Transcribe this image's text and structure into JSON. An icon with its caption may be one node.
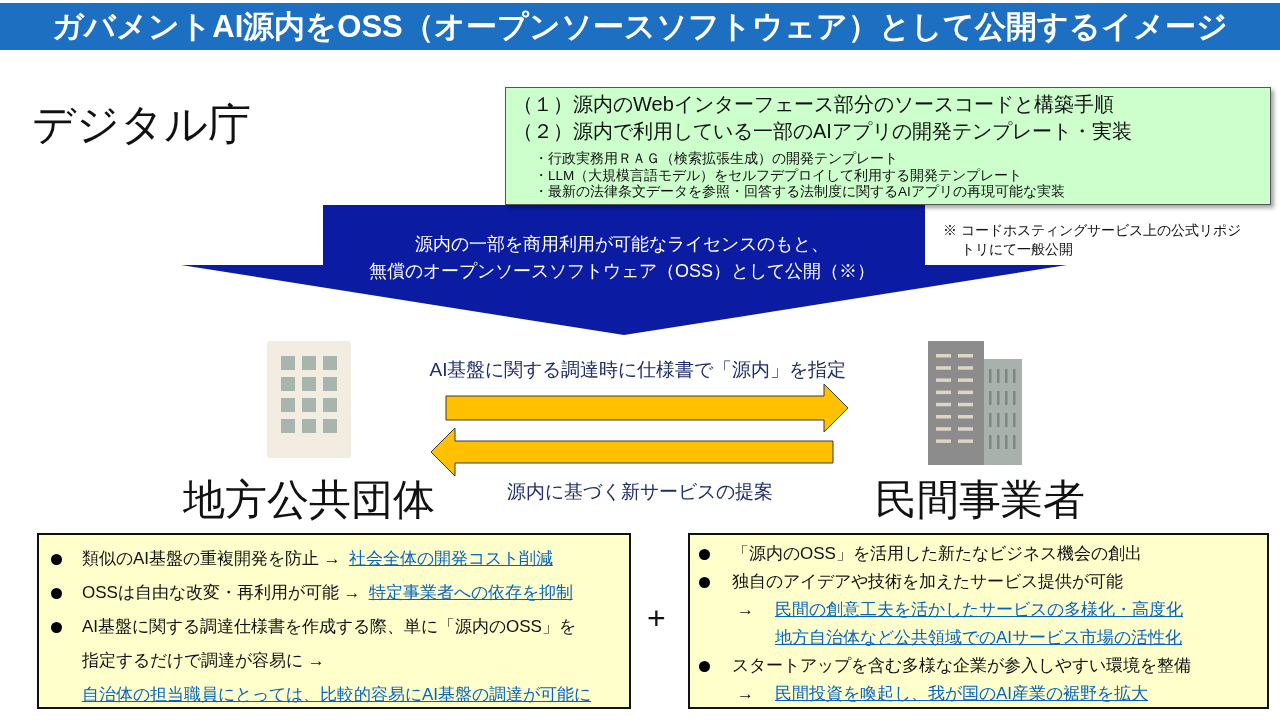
{
  "diagram": {
    "title": "ガバメントAI源内をOSS（オープンソースソフトウェア）として公開するイメージ",
    "nodes": [
      {
        "text": [
          "（１）源内のWebインターフェース部分のソースコードと構築手順",
          "（２）源内で利用している一部のAIアプリの開発テンプレート・実装",
          "・行政実務用ＲＡＧ（検索拡張生成）の開発テンプレート",
          "・LLM（大規模言語モデル）をセルフデプロイして利用する開発テンプレート",
          "・最新の法律条文データを参照・回答する法制度に関するAIアプリの再現可能な実装"
        ]
      },
      {
        "text": [],
        "shape": "building",
        "beside": [
          "地方公共団体"
        ]
      },
      {
        "text": [],
        "shape": "building",
        "beside": [
          "民間事業者"
        ]
      },
      {
        "text": [
          "類似のAI基盤の重複開発を防止 →",
          "社会全体の開発コスト削減",
          "OSSは自由な改変・再利用が可能 →",
          "特定事業者への依存を抑制",
          "AI基盤に関する調達仕様書を作成する際、単に「源内のOSS」を指定するだけで調達が容易に →",
          "自治体の担当職員にとっては、比較的容易にAI基盤の調達が可能に"
        ]
      },
      {
        "text": [
          "「源内のOSS」を活用した新たなビジネス機会の創出",
          "独自のアイデアや技術を加えたサービス提供が可能",
          "→",
          "民間の創意工夫を活かしたサービスの多様化・高度化",
          "地方自治体など公共領域でのAIサービス市場の活性化",
          "スタートアップを含む多様な企業が参入しやすい環境を整備",
          "→",
          "民間投資を喚起し、我が国のAI産業の裾野を拡大"
        ]
      }
    ],
    "edges": [
      {
        "from": 0,
        "to": null,
        "arrow": "to",
        "label": "源内の一部を商用利用が可能なライセンスのもと、無償のオープンソースソフトウェア（OSS）として公開（※）",
        "style": "thick",
        "color": "#0b1ca3"
      },
      {
        "from": 1,
        "to": 2,
        "arrow": "to",
        "label": "AI基盤に関する調達時に仕様書で「源内」を指定",
        "style": "thick"
      },
      {
        "from": 2,
        "to": 1,
        "arrow": "to",
        "label": "源内に基づく新サービスの提案",
        "style": "thick"
      }
    ],
    "labels": [
      "デジタル庁",
      "※ コードホスティングサービス上の公式リポジトリにて一般公開",
      "+"
    ]
  }
}
